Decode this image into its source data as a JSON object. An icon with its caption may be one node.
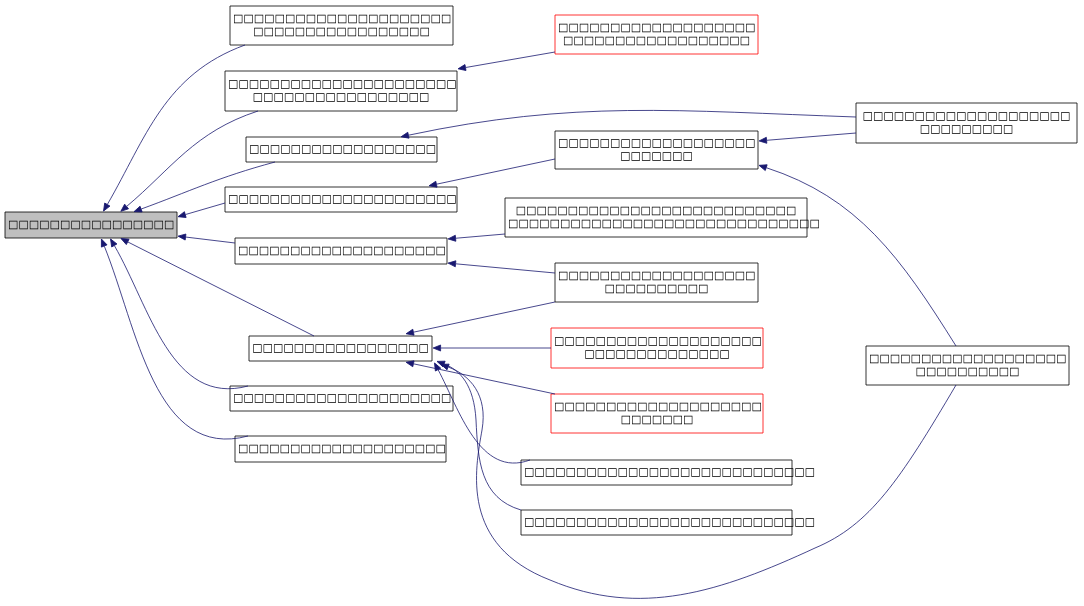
{
  "diagram": {
    "nodes": [
      {
        "text": [
          "□□□□□□□□□□□□□□□□"
        ]
      },
      {
        "text": [
          "□□□□□□□□□□□□□□□□□□□□□ □□□□□□□□□□□□□□□□□"
        ]
      },
      {
        "text": [
          "□□□□□□□□□□□□□□□□□□□□□□ □□□□□□□□□□□□□□□□□"
        ]
      },
      {
        "text": [
          "□□□□□□□□□□□□□□□□□□"
        ]
      },
      {
        "text": [
          "□□□□□□□□□□□□□□□□□□□□□□"
        ]
      },
      {
        "text": [
          "□□□□□□□□□□□□□□□□□□□□"
        ]
      },
      {
        "text": [
          "□□□□□□□□□□□□□□□□□"
        ]
      },
      {
        "text": [
          "□□□□□□□□□□□□□□□□□□□□□"
        ]
      },
      {
        "text": [
          "□□□□□□□□□□□□□□□□□□□□"
        ]
      },
      {
        "text": [
          "□□□□□□□□□□□□□□□□□□□ □□□□□□□□□□□□□□□□□□"
        ]
      },
      {
        "text": [
          "□□□□□□□□□□□□□□□□□□□ □□□□□□□"
        ]
      },
      {
        "text": [
          "□□□□□□□□□□□□□□□□□□□□□□□□□□□ □□□□□□□□□□□□□□□□□□□□□□□□□□□□□□"
        ]
      },
      {
        "text": [
          "□□□□□□□□□□□□□□□□□□□ □□□□□□□□□□"
        ]
      },
      {
        "text": [
          "□□□□□□□□□□□□□□□□□□□□ □□□□□□□□□□□□□□"
        ]
      },
      {
        "text": [
          "□□□□□□□□□□□□□□□□□□□□ □□□□□□□"
        ]
      },
      {
        "text": [
          "□□□□□□□□□□□□□□□□□□□□□□□□□□□□"
        ]
      },
      {
        "text": [
          "□□□□□□□□□□□□□□□□□□□□□□□□□□□□"
        ]
      },
      {
        "text": [
          "□□□□□□□□□□□□□□□□□□□□ □□□□□□□□□"
        ]
      },
      {
        "text": [
          "□□□□□□□□□□□□□□□□□□□ □□□□□□□□□□"
        ]
      }
    ],
    "edges": [
      {
        "from": 1,
        "to": 0,
        "arrow": "to"
      },
      {
        "from": 2,
        "to": 0,
        "arrow": "to"
      },
      {
        "from": 3,
        "to": 0,
        "arrow": "to"
      },
      {
        "from": 4,
        "to": 0,
        "arrow": "to"
      },
      {
        "from": 5,
        "to": 0,
        "arrow": "to"
      },
      {
        "from": 6,
        "to": 0,
        "arrow": "to"
      },
      {
        "from": 7,
        "to": 0,
        "arrow": "to"
      },
      {
        "from": 8,
        "to": 0,
        "arrow": "to"
      },
      {
        "from": 9,
        "to": 2,
        "arrow": "to"
      },
      {
        "from": 17,
        "to": 3,
        "arrow": "to"
      },
      {
        "from": 10,
        "to": 4,
        "arrow": "to"
      },
      {
        "from": 11,
        "to": 5,
        "arrow": "to"
      },
      {
        "from": 12,
        "to": 5,
        "arrow": "to"
      },
      {
        "from": 12,
        "to": 6,
        "arrow": "to"
      },
      {
        "from": 13,
        "to": 6,
        "arrow": "to"
      },
      {
        "from": 14,
        "to": 6,
        "arrow": "to"
      },
      {
        "from": 15,
        "to": 6,
        "arrow": "to"
      },
      {
        "from": 16,
        "to": 6,
        "arrow": "to"
      },
      {
        "from": 18,
        "to": 6,
        "arrow": "to"
      },
      {
        "from": 17,
        "to": 10,
        "arrow": "to"
      },
      {
        "from": 18,
        "to": 10,
        "arrow": "to"
      }
    ]
  }
}
